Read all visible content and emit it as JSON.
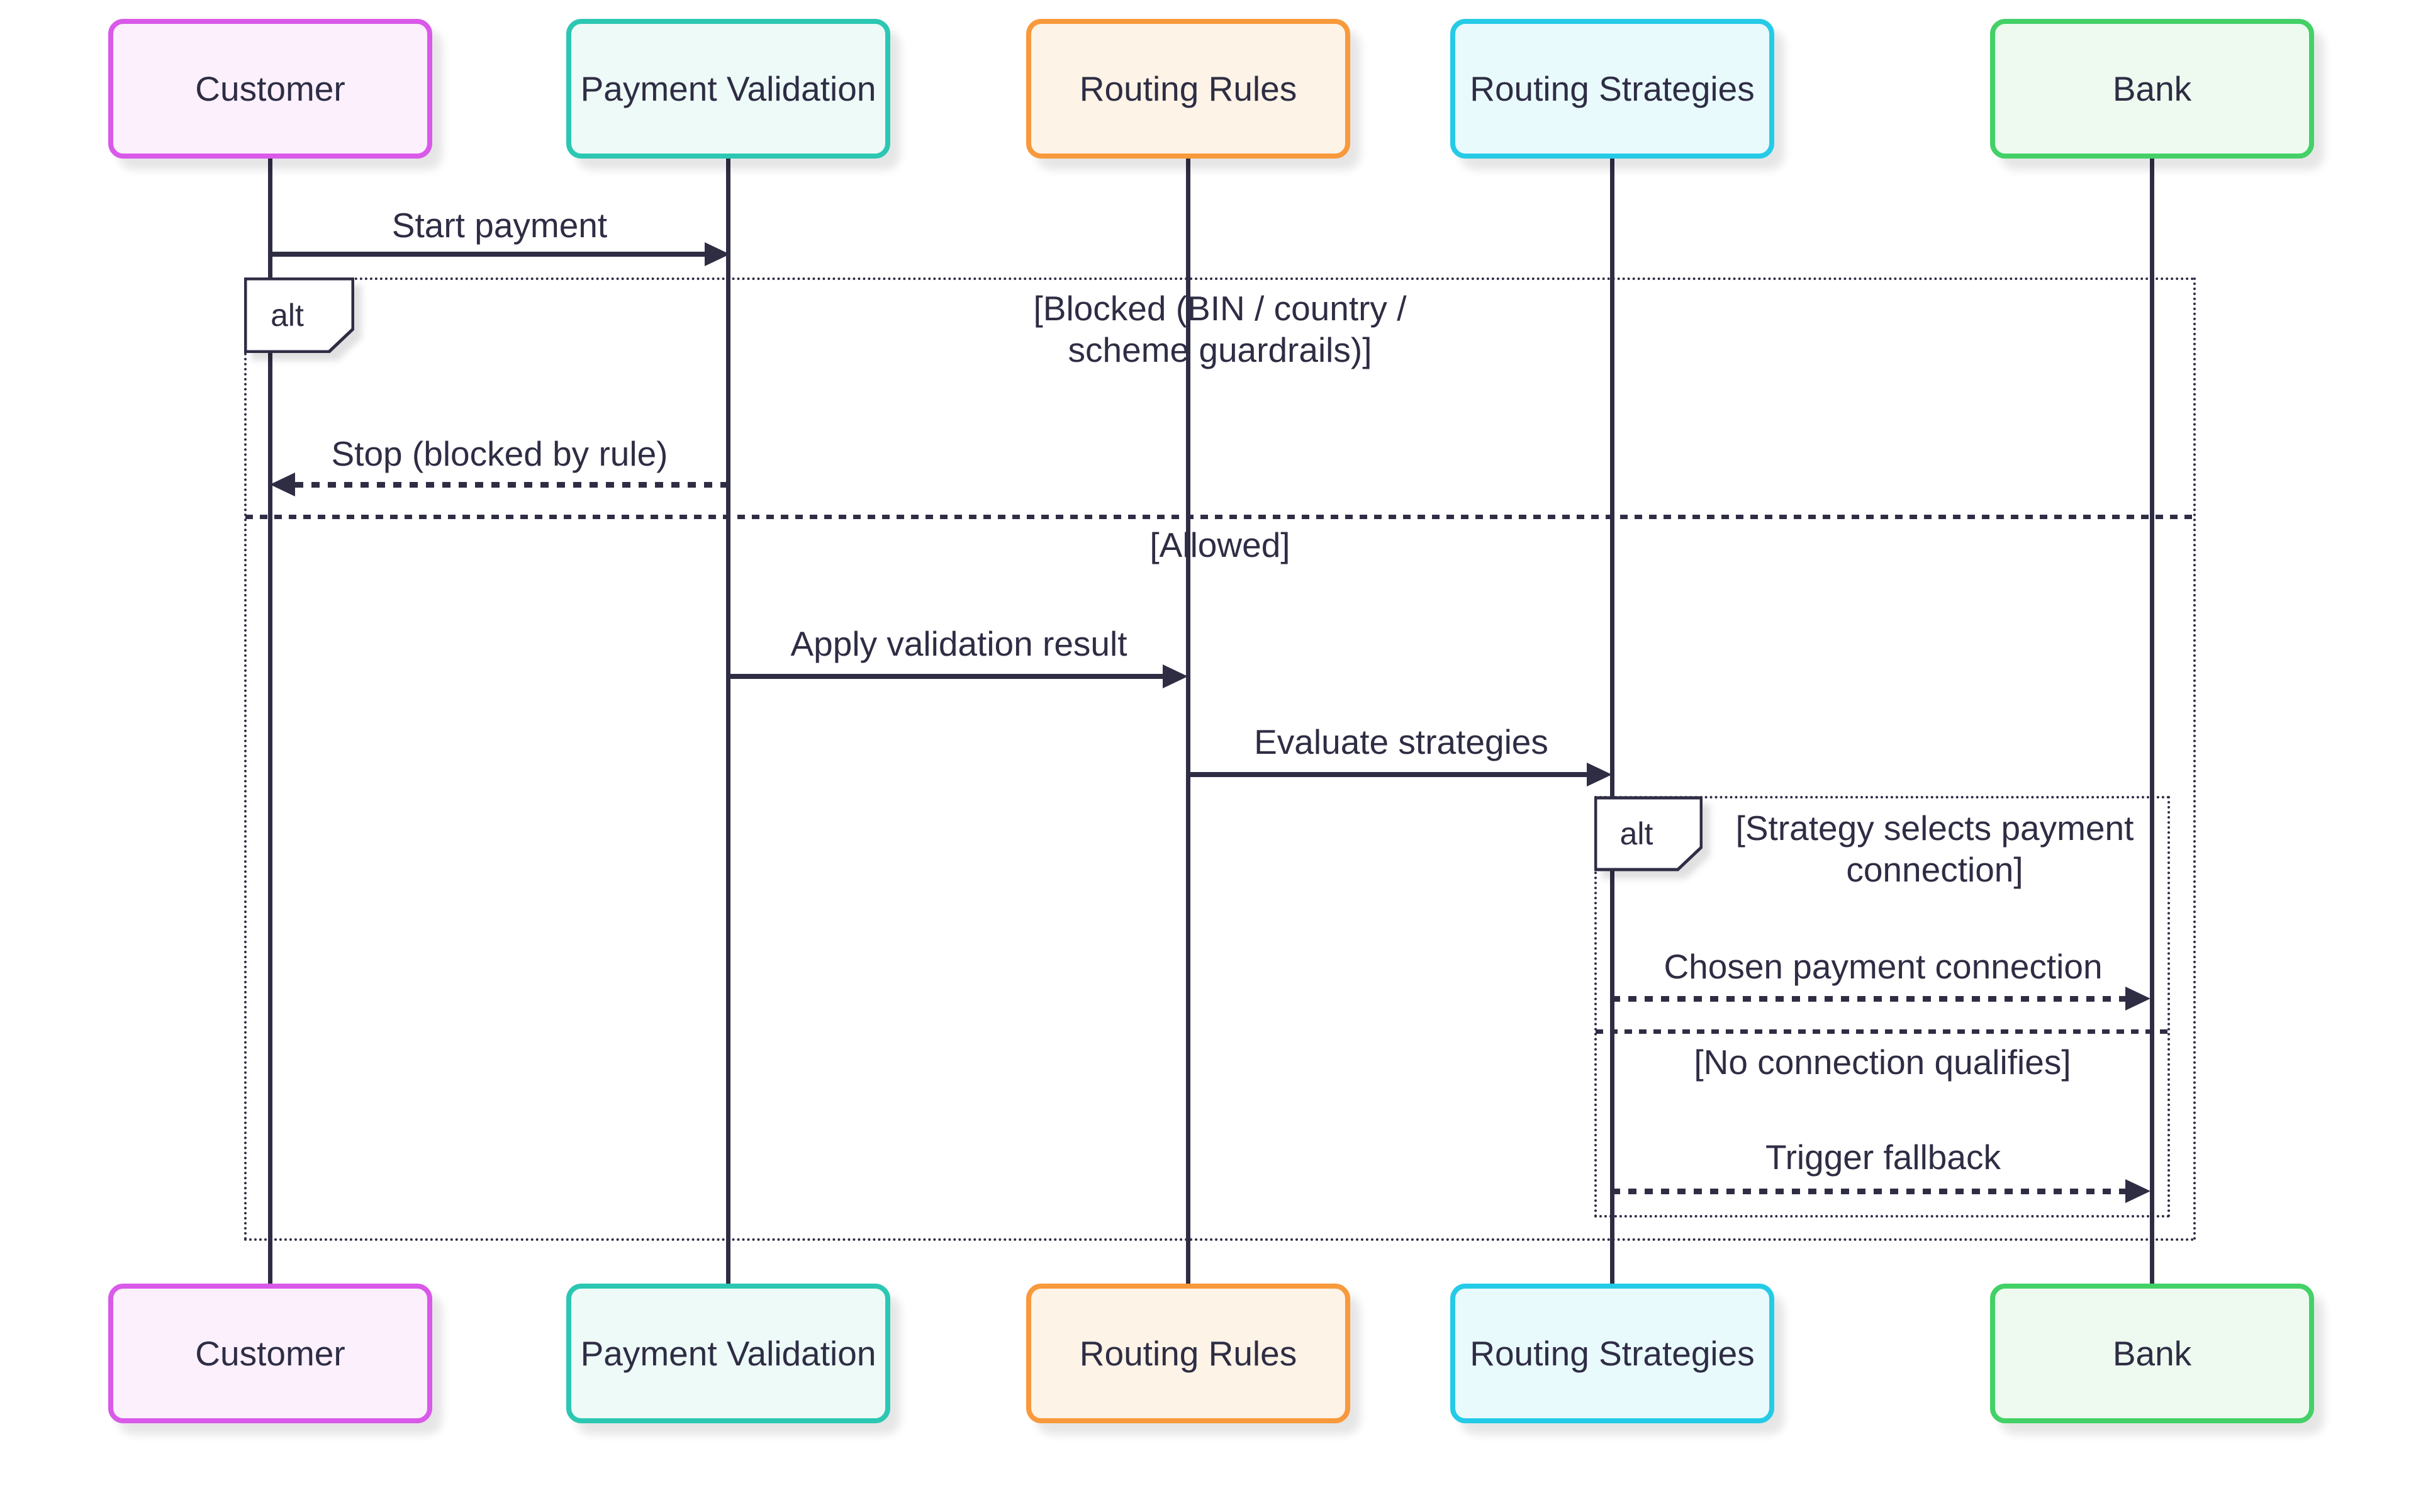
{
  "diagram": {
    "type": "sequence-diagram",
    "background": "#ffffff",
    "line_color": "#2e2d44",
    "text_color": "#2e2d44",
    "frame_border_color": "#2e2d44",
    "alt_label_bg": "#ffffff"
  },
  "actors": [
    {
      "id": "customer",
      "label": "Customer",
      "border_color": "#d959e9",
      "fill_color": "#fbf0fc"
    },
    {
      "id": "payment-validation",
      "label": "Payment Validation",
      "border_color": "#2cc7b2",
      "fill_color": "#edfaf7"
    },
    {
      "id": "routing-rules",
      "label": "Routing Rules",
      "border_color": "#f8993b",
      "fill_color": "#fdf3e6"
    },
    {
      "id": "routing-strategies",
      "label": "Routing Strategies",
      "border_color": "#25cbe6",
      "fill_color": "#e9fafd"
    },
    {
      "id": "bank",
      "label": "Bank",
      "border_color": "#43d167",
      "fill_color": "#eefaef"
    }
  ],
  "messages": [
    {
      "label": "Start payment",
      "from": "Customer",
      "to": "Payment Validation",
      "style": "solid"
    },
    {
      "label": "Stop (blocked by rule)",
      "from": "Payment Validation",
      "to": "Customer",
      "style": "dashed"
    },
    {
      "label": "Apply validation result",
      "from": "Payment Validation",
      "to": "Routing Rules",
      "style": "solid"
    },
    {
      "label": "Evaluate strategies",
      "from": "Routing Rules",
      "to": "Routing Strategies",
      "style": "solid"
    },
    {
      "label": "Chosen payment connection",
      "from": "Routing Strategies",
      "to": "Bank",
      "style": "dashed"
    },
    {
      "label": "Trigger fallback",
      "from": "Routing Strategies",
      "to": "Bank",
      "style": "dashed"
    }
  ],
  "frames": {
    "outer": {
      "keyword": "alt",
      "condition_line1": "[Blocked (BIN / country /",
      "condition_line2": "scheme guardrails)]",
      "else_label": "[Allowed]"
    },
    "inner": {
      "keyword": "alt",
      "condition_line1": "[Strategy selects payment",
      "condition_line2": "connection]",
      "else_label": "[No connection qualifies]"
    }
  }
}
